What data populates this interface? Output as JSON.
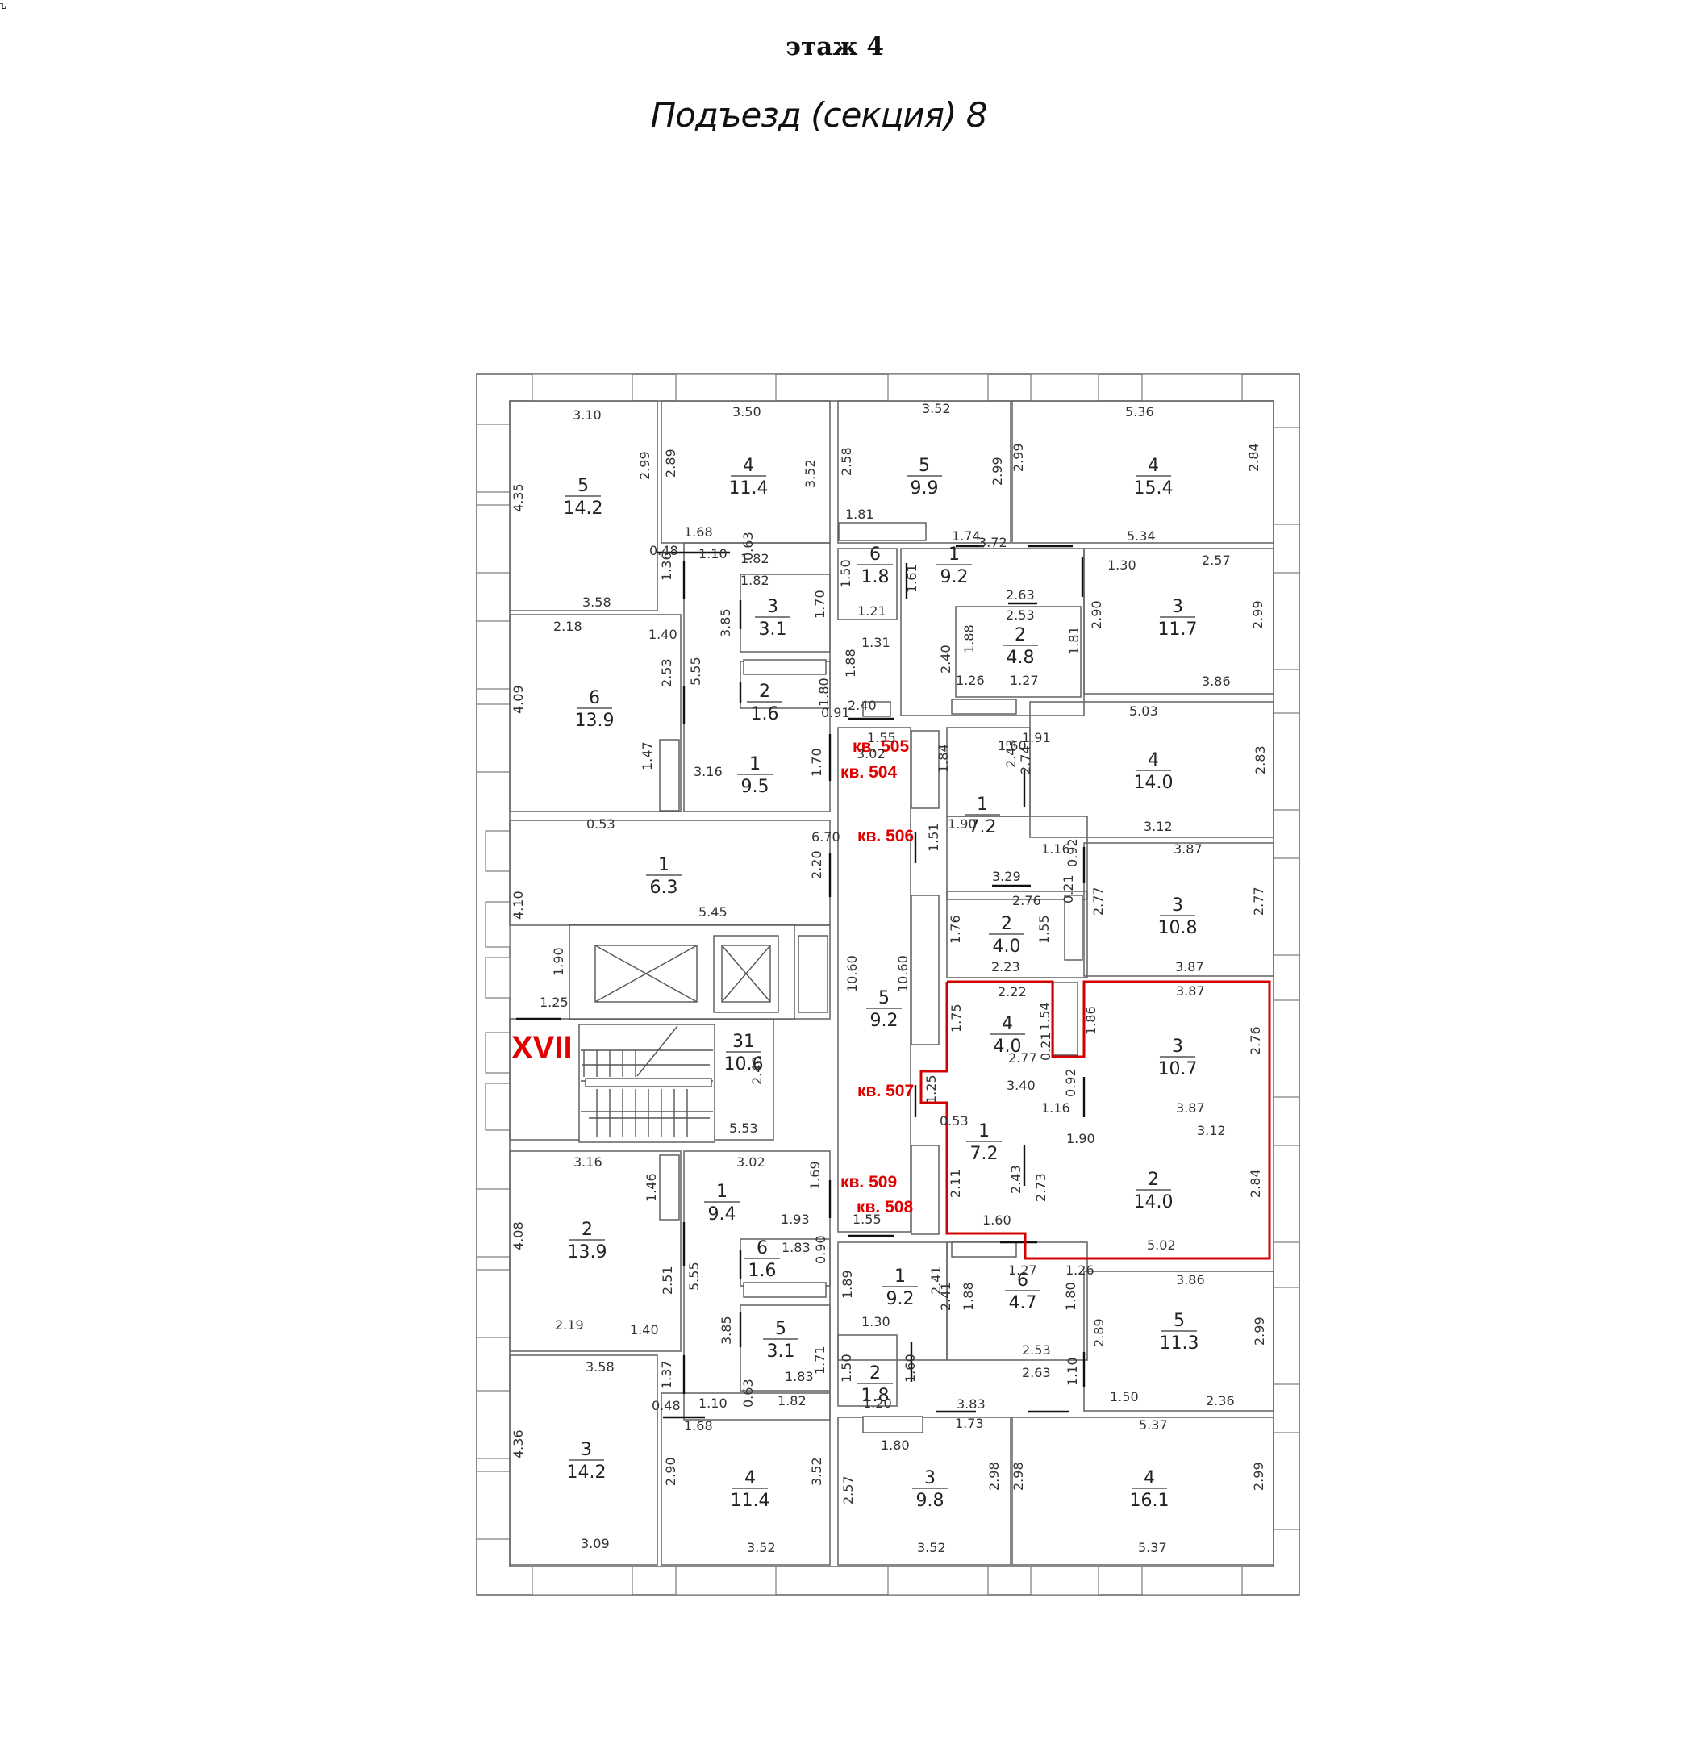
{
  "header": {
    "corner_mark": "ъ",
    "floor_title": "этаж 4",
    "section_title": "Подъезд (секция) 8"
  },
  "colors": {
    "highlight": "#d40000",
    "apartment_label": "#e10000",
    "walls": "#6b6b6b"
  },
  "stairwell": {
    "label": "XVII",
    "number": "31",
    "area": "10.6"
  },
  "apartments": [
    "кв. 505",
    "кв. 504",
    "кв. 506",
    "кв. 507",
    "кв. 509",
    "кв. 508"
  ],
  "rooms": [
    {
      "n": "5",
      "a": "14.2"
    },
    {
      "n": "4",
      "a": "11.4"
    },
    {
      "n": "5",
      "a": "9.9"
    },
    {
      "n": "4",
      "a": "15.4"
    },
    {
      "n": "6",
      "a": "1.8"
    },
    {
      "n": "1",
      "a": "9.2"
    },
    {
      "n": "3",
      "a": "3.1"
    },
    {
      "n": "2",
      "a": "4.8"
    },
    {
      "n": "3",
      "a": "11.7"
    },
    {
      "n": "6",
      "a": "13.9"
    },
    {
      "n": "2",
      "a": "1.6"
    },
    {
      "n": "1",
      "a": "9.5"
    },
    {
      "n": "4",
      "a": "14.0"
    },
    {
      "n": "1",
      "a": "7.2"
    },
    {
      "n": "1",
      "a": "6.3"
    },
    {
      "n": "3",
      "a": "10.8"
    },
    {
      "n": "2",
      "a": "4.0"
    },
    {
      "n": "5",
      "a": "9.2"
    },
    {
      "n": "4",
      "a": "4.0"
    },
    {
      "n": "3",
      "a": "10.7"
    },
    {
      "n": "1",
      "a": "7.2"
    },
    {
      "n": "2",
      "a": "14.0"
    },
    {
      "n": "2",
      "a": "13.9"
    },
    {
      "n": "1",
      "a": "9.4"
    },
    {
      "n": "6",
      "a": "1.6"
    },
    {
      "n": "1",
      "a": "9.2"
    },
    {
      "n": "6",
      "a": "4.7"
    },
    {
      "n": "5",
      "a": "3.1"
    },
    {
      "n": "5",
      "a": "11.3"
    },
    {
      "n": "2",
      "a": "1.8"
    },
    {
      "n": "3",
      "a": "14.2"
    },
    {
      "n": "4",
      "a": "11.4"
    },
    {
      "n": "3",
      "a": "9.8"
    },
    {
      "n": "4",
      "a": "16.1"
    }
  ],
  "dims": [
    "3.10",
    "2.99",
    "4.35",
    "3.50",
    "2.89",
    "3.52",
    "3.52",
    "2.58",
    "2.99",
    "5.36",
    "2.99",
    "2.84",
    "1.68",
    "0.48",
    "1.10",
    "0.63",
    "1.82",
    "1.36",
    "3.58",
    "1.82",
    "1.70",
    "3.85",
    "1.81",
    "1.74",
    "5.34",
    "1.50",
    "1.61",
    "3.72",
    "1.30",
    "2.57",
    "1.21",
    "2.63",
    "2.53",
    "1.88",
    "1.81",
    "2.90",
    "2.99",
    "2.18",
    "1.40",
    "2.53",
    "5.55",
    "4.09",
    "1.31",
    "1.88",
    "2.40",
    "1.26",
    "1.27",
    "3.86",
    "1.80",
    "0.91",
    "2.40",
    "1.55",
    "1.91",
    "1.60",
    "5.03",
    "1.47",
    "3.16",
    "1.70",
    "3.02",
    "1.84",
    "2.43",
    "2.74",
    "2.83",
    "0.53",
    "1.90",
    "3.12",
    "6.70",
    "2.20",
    "1.51",
    "1.16",
    "3.87",
    "3.29",
    "2.76",
    "0.92",
    "0.21",
    "2.77",
    "2.77",
    "4.10",
    "5.45",
    "1.76",
    "1.55",
    "2.23",
    "3.87",
    "1.90",
    "10.60",
    "10.60",
    "2.22",
    "3.87",
    "1.25",
    "1.75",
    "1.54",
    "1.86",
    "2.76",
    "2.40",
    "2.77",
    "0.21",
    "3.40",
    "0.92",
    "1.25",
    "5.53",
    "1.16",
    "3.87",
    "0.53",
    "1.90",
    "3.12",
    "3.16",
    "1.46",
    "3.02",
    "1.69",
    "2.11",
    "2.43",
    "2.73",
    "2.84",
    "1.55",
    "1.93",
    "1.83",
    "0.90",
    "1.60",
    "4.08",
    "2.51",
    "5.55",
    "2.41",
    "1.27",
    "1.26",
    "3.86",
    "1.89",
    "2.41",
    "1.88",
    "1.80",
    "2.19",
    "1.40",
    "3.85",
    "1.30",
    "2.89",
    "2.99",
    "1.71",
    "1.83",
    "1.50",
    "1.60",
    "2.53",
    "2.63",
    "1.10",
    "3.58",
    "1.37",
    "1.20",
    "0.48",
    "1.10",
    "0.63",
    "1.82",
    "1.50",
    "2.36",
    "1.68",
    "1.73",
    "3.83",
    "5.37",
    "1.80",
    "4.36",
    "2.90",
    "3.52",
    "2.57",
    "2.98",
    "2.98",
    "2.99",
    "3.09",
    "3.52",
    "3.52",
    "5.37",
    "5.02"
  ]
}
